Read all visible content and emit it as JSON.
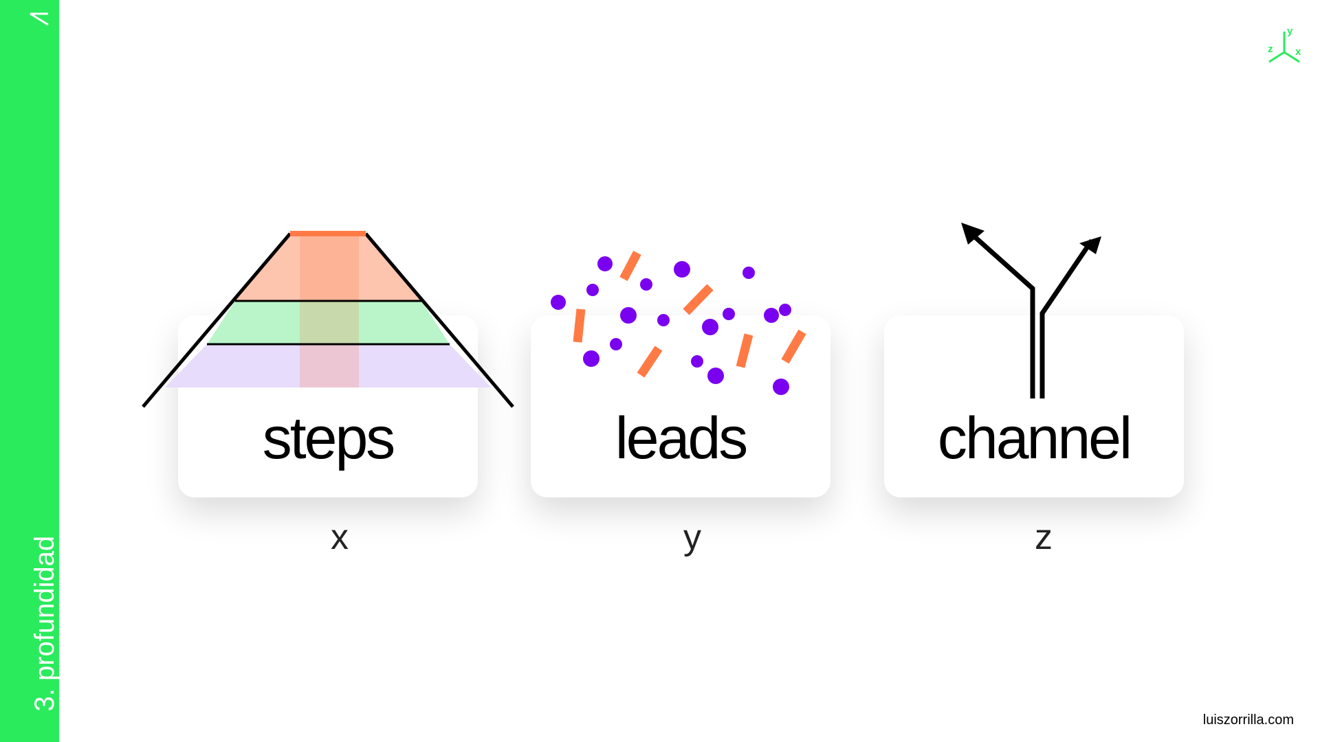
{
  "sidebar": {
    "section_title": "3. profundidad",
    "mark_icon": "slash-mark-icon",
    "background": "#2aeb5c"
  },
  "header": {
    "axis_logo": {
      "icon": "xyz-axes-icon",
      "x": "x",
      "y": "y",
      "z": "z",
      "color": "#2aeb5c"
    }
  },
  "cards": [
    {
      "label": "steps",
      "axis": "x",
      "illustration": "funnel-icon"
    },
    {
      "label": "leads",
      "axis": "y",
      "illustration": "scattered-leads-icon"
    },
    {
      "label": "channel",
      "axis": "z",
      "illustration": "branching-arrows-icon"
    }
  ],
  "colors": {
    "orange": "#ff7a45",
    "purple": "#7a00f0",
    "green_band": "#b9f5c9",
    "peach_band": "#fdc4ae",
    "lavender_band": "#e7dcfb"
  },
  "footer": {
    "url": "luiszorrilla.com"
  }
}
